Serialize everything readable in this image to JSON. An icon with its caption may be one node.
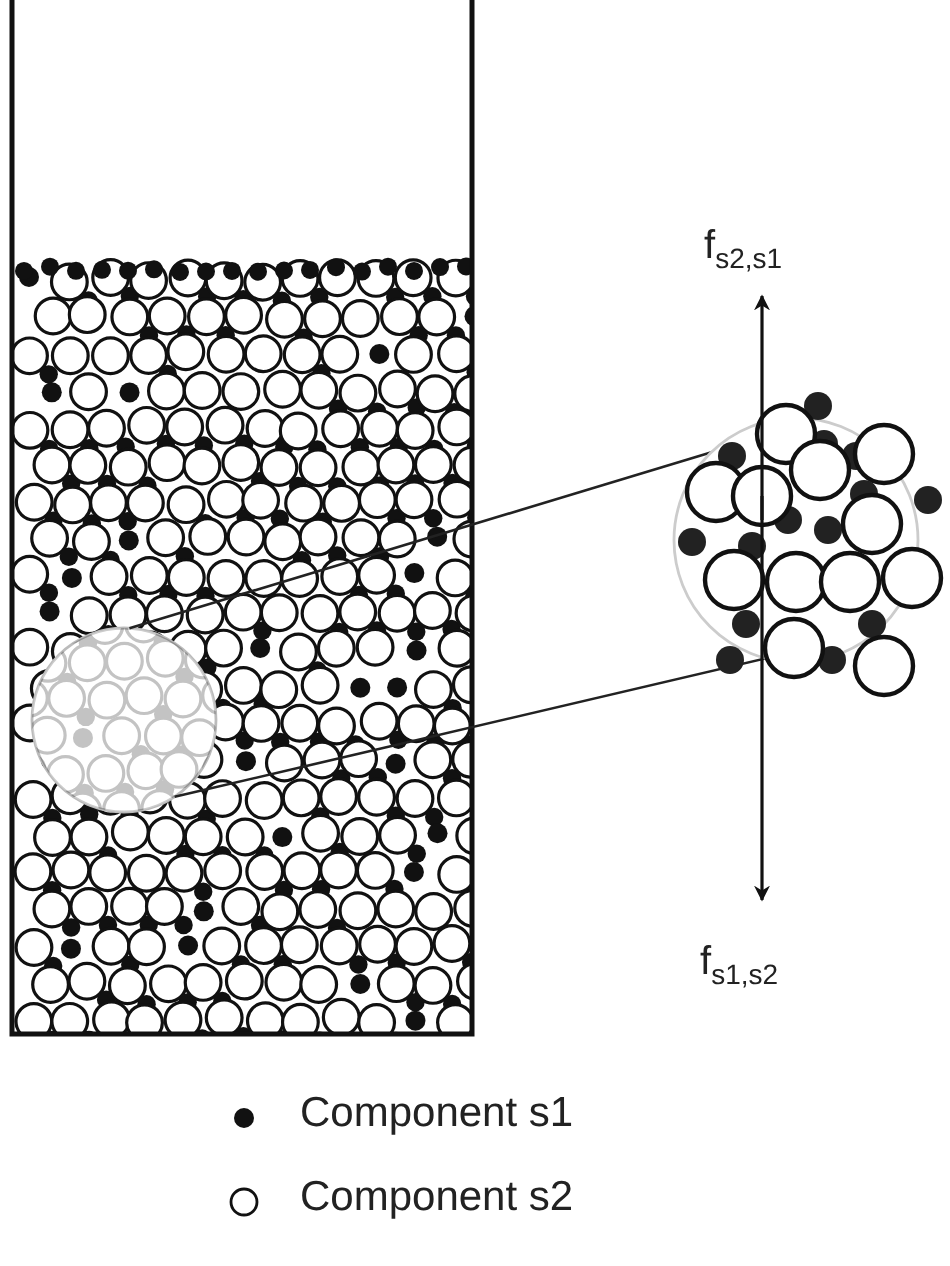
{
  "diagram": {
    "nodes": [
      {
        "text": [],
        "shape": "circle"
      },
      {
        "text": [],
        "shape": "circle"
      }
    ],
    "edges": [
      {
        "from": 0,
        "to": 1,
        "arrow": "none"
      },
      {
        "from": 0,
        "to": 1,
        "arrow": "none"
      }
    ],
    "labels": [
      "f$_{s2,s1}$",
      "f$_{s1,s2}$"
    ],
    "legend": [
      {
        "text": "Component s1"
      },
      {
        "text": "Component s2"
      }
    ]
  }
}
